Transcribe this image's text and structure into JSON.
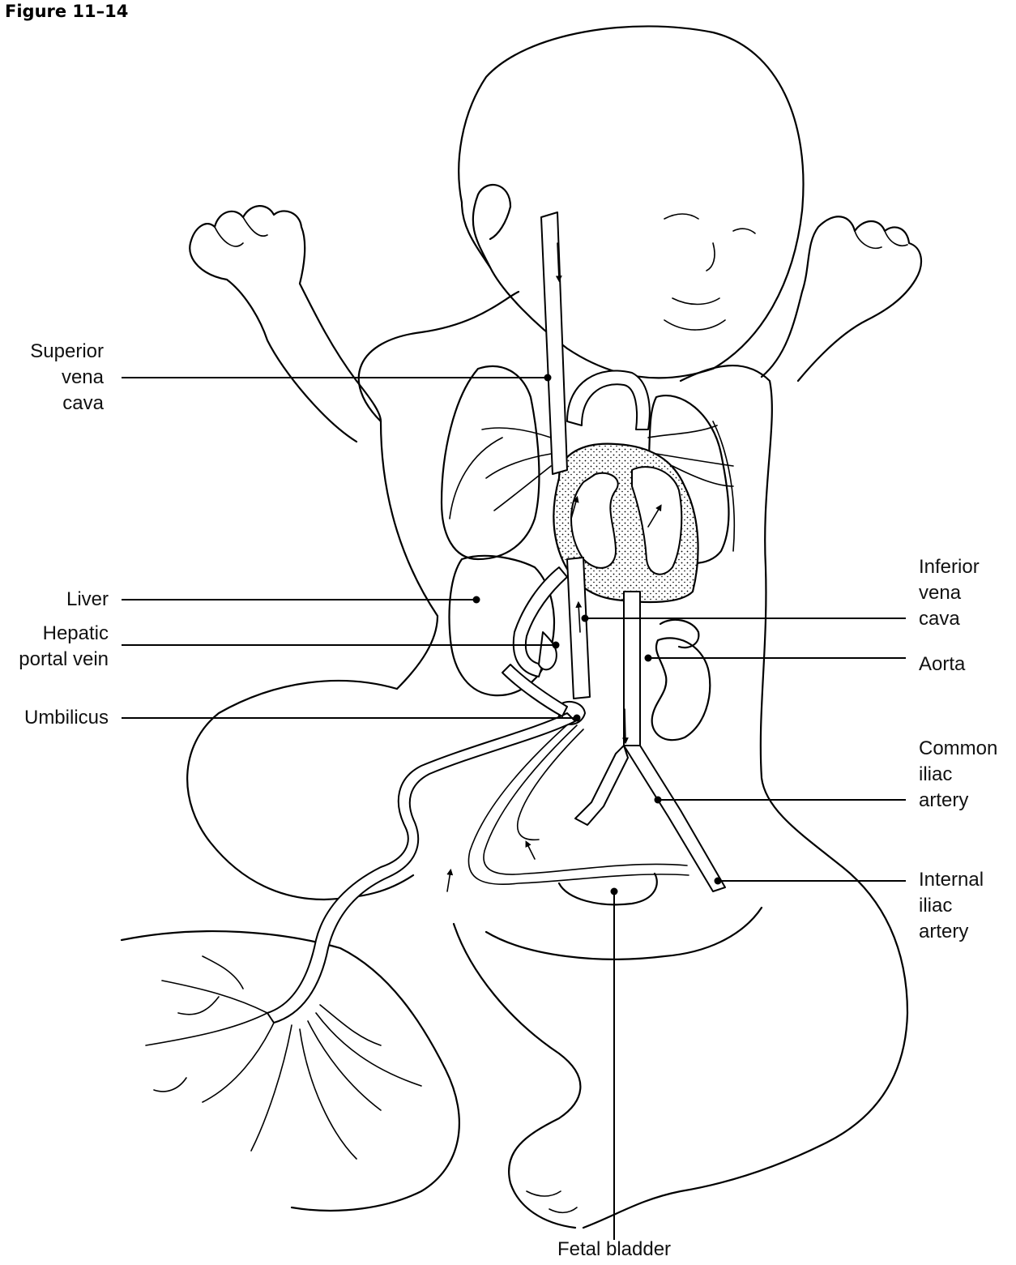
{
  "figure": {
    "title": "Figure 11–14"
  },
  "labels": {
    "superior_vena_cava": "Superior\nvena\ncava",
    "liver": "Liver",
    "hepatic_portal_vein": "Hepatic\nportal vein",
    "umbilicus": "Umbilicus",
    "inferior_vena_cava": "Inferior\nvena\ncava",
    "aorta": "Aorta",
    "common_iliac_artery": "Common\niliac\nartery",
    "internal_iliac_artery": "Internal\niliac\nartery",
    "fetal_bladder": "Fetal bladder"
  }
}
